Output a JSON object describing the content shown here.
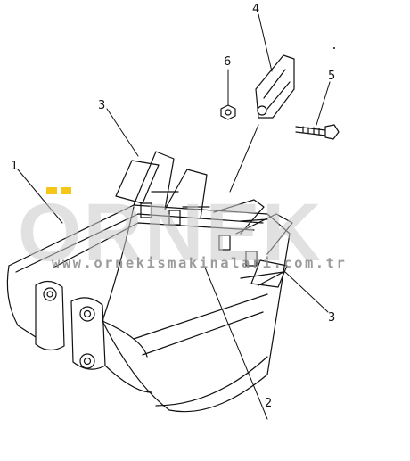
{
  "watermark": {
    "brand": "ORNEK",
    "url": "www.ornekismakinalari.com.tr",
    "accent_color": "#f5c518",
    "text_color": "#c9c9c9"
  },
  "callouts": [
    {
      "id": "1",
      "text": "1",
      "part": "bucket"
    },
    {
      "id": "2",
      "text": "2",
      "part": "cutting-edge"
    },
    {
      "id": "3a",
      "text": "3",
      "part": "side-cutter-left"
    },
    {
      "id": "3b",
      "text": "3",
      "part": "side-cutter-right"
    },
    {
      "id": "4",
      "text": "4",
      "part": "tooth-point"
    },
    {
      "id": "5",
      "text": "5",
      "part": "bolt"
    },
    {
      "id": "6",
      "text": "6",
      "part": "nut"
    }
  ]
}
